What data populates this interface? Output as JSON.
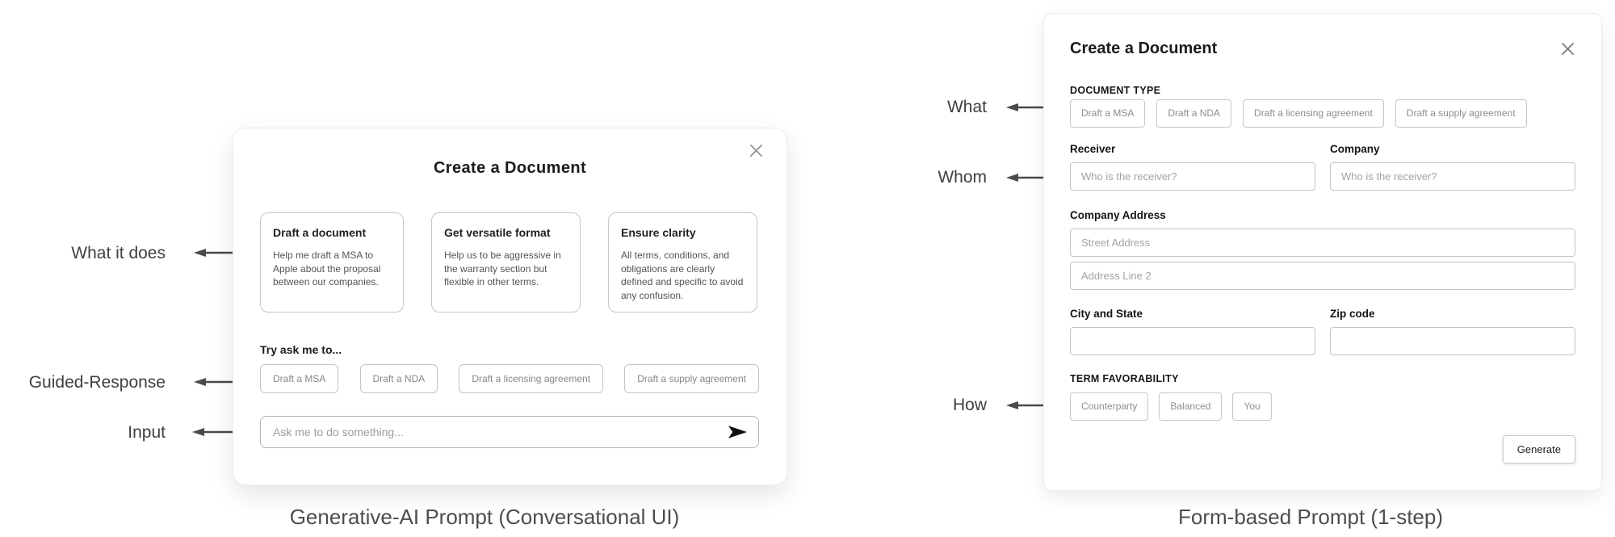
{
  "colors": {
    "text_dark": "#1b1b1b",
    "muted_text": "#8d8d8d",
    "placeholder_text": "#9c9c9c",
    "annotation_text": "#3f3f3f",
    "border_light": "#c6c6c6"
  },
  "icons": {
    "close": "x-cross",
    "send": "send-arrow",
    "annotation_arrow": "left-arrow"
  },
  "left_panel": {
    "caption": "Generative-AI Prompt (Conversational UI)",
    "annotations": [
      {
        "label": "What it does"
      },
      {
        "label": "Guided-Response"
      },
      {
        "label": "Input"
      }
    ],
    "dialog": {
      "title": "Create a Document",
      "cards": [
        {
          "title": "Draft a document",
          "description": "Help me draft a MSA to Apple about the proposal between our companies."
        },
        {
          "title": "Get versatile format",
          "description": "Help us to be aggressive in the warranty section but flexible in other terms."
        },
        {
          "title": "Ensure clarity",
          "description": "All terms, conditions, and obligations are clearly defined and specific to avoid any confusion."
        }
      ],
      "suggestions_label": "Try ask me to...",
      "suggestion_chips": [
        "Draft a MSA",
        "Draft a NDA",
        "Draft a licensing agreement",
        "Draft a supply agreement"
      ],
      "input_placeholder": "Ask me to do something..."
    }
  },
  "right_panel": {
    "caption": "Form-based Prompt (1-step)",
    "annotations": [
      {
        "label": "What"
      },
      {
        "label": "Whom"
      },
      {
        "label": "How"
      }
    ],
    "dialog": {
      "title": "Create a Document",
      "document_type": {
        "label": "DOCUMENT TYPE",
        "chips": [
          "Draft a MSA",
          "Draft a NDA",
          "Draft a licensing agreement",
          "Draft a supply agreement"
        ]
      },
      "fields": {
        "receiver": {
          "label": "Receiver",
          "placeholder": "Who is the receiver?"
        },
        "company": {
          "label": "Company",
          "placeholder": "Who is the receiver?"
        },
        "company_address": {
          "label": "Company Address",
          "street_placeholder": "Street Address",
          "line2_placeholder": "Address Line 2"
        },
        "city_state": {
          "label": "City and State"
        },
        "zip": {
          "label": "Zip code"
        }
      },
      "term_favorability": {
        "label": "TERM FAVORABILITY",
        "chips": [
          "Counterparty",
          "Balanced",
          "You"
        ]
      },
      "generate_label": "Generate"
    }
  }
}
